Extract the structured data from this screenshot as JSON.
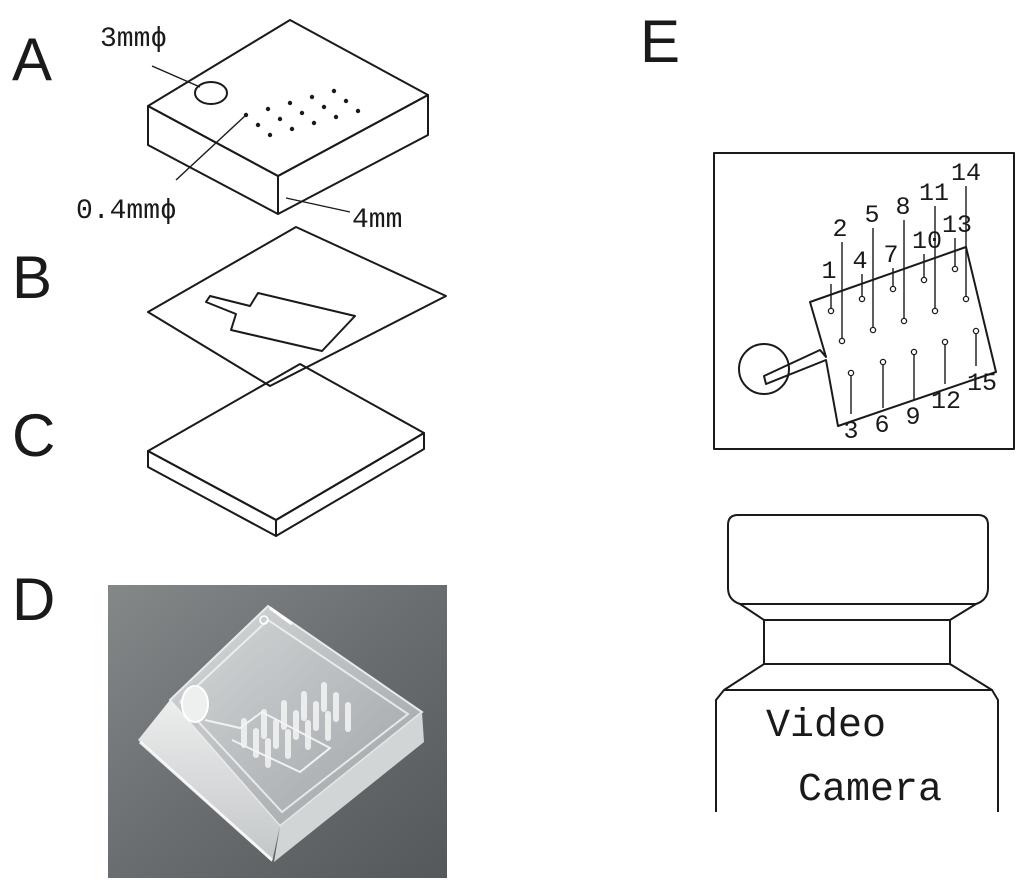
{
  "panels": {
    "a": {
      "letter": "A",
      "labels": {
        "inlet_diameter": "3mmϕ",
        "hole_diameter": "0.4mmϕ",
        "thickness": "4mm"
      }
    },
    "b": {
      "letter": "B"
    },
    "c": {
      "letter": "C"
    },
    "d": {
      "letter": "D"
    },
    "e": {
      "letter": "E",
      "camera_label_line1": "Video",
      "camera_label_line2": "Camera",
      "well_numbers": [
        "1",
        "2",
        "3",
        "4",
        "5",
        "6",
        "7",
        "8",
        "9",
        "10",
        "11",
        "12",
        "13",
        "14",
        "15"
      ]
    }
  },
  "colors": {
    "ink": "#1a1a1a",
    "photo_background": "#6c6f72"
  }
}
